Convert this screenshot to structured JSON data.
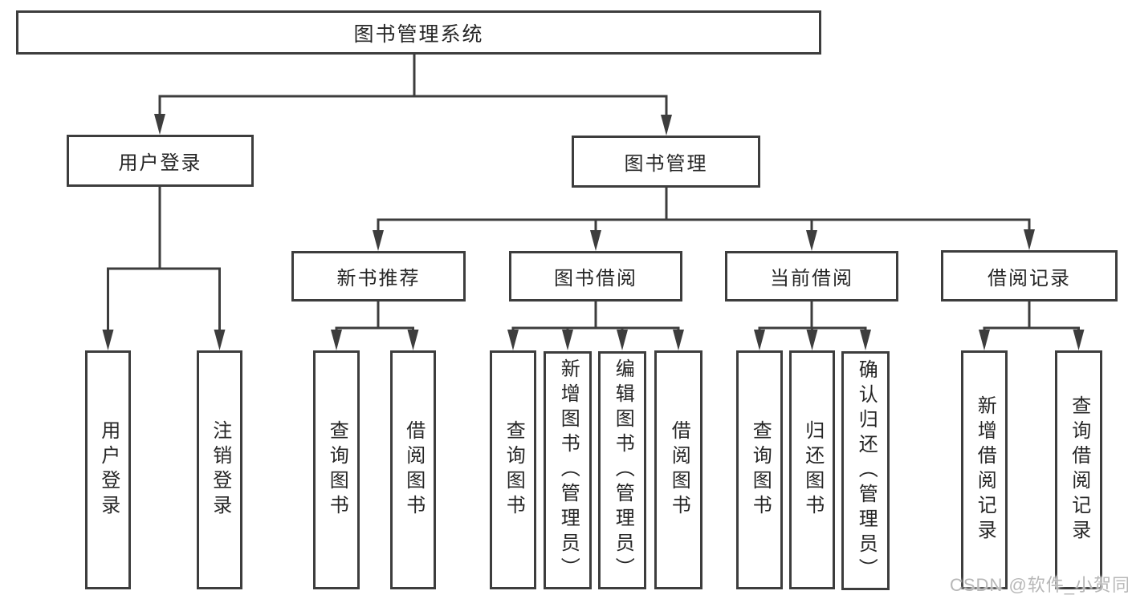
{
  "colors": {
    "line": "#3d3d3d",
    "box_border": "#3d3d3d",
    "text": "#262626",
    "background": "#ffffff",
    "watermark_text": "#b7b7b7"
  },
  "watermark": "CSDN @软件_小贺同学",
  "tree": {
    "label": "图书管理系统",
    "children": [
      {
        "label": "用户登录",
        "children": [
          {
            "label": "用户登录"
          },
          {
            "label": "注销登录"
          }
        ]
      },
      {
        "label": "图书管理",
        "children": [
          {
            "label": "新书推荐",
            "children": [
              {
                "label": "查询图书"
              },
              {
                "label": "借阅图书"
              }
            ]
          },
          {
            "label": "图书借阅",
            "children": [
              {
                "label": "查询图书"
              },
              {
                "label": "新增图书（管理员）"
              },
              {
                "label": "编辑图书（管理员）"
              },
              {
                "label": "借阅图书"
              }
            ]
          },
          {
            "label": "当前借阅",
            "children": [
              {
                "label": "查询图书"
              },
              {
                "label": "归还图书"
              },
              {
                "label": "确认归还（管理员）"
              }
            ]
          },
          {
            "label": "借阅记录",
            "children": [
              {
                "label": "新增借阅记录"
              },
              {
                "label": "查询借阅记录"
              }
            ]
          }
        ]
      }
    ]
  }
}
